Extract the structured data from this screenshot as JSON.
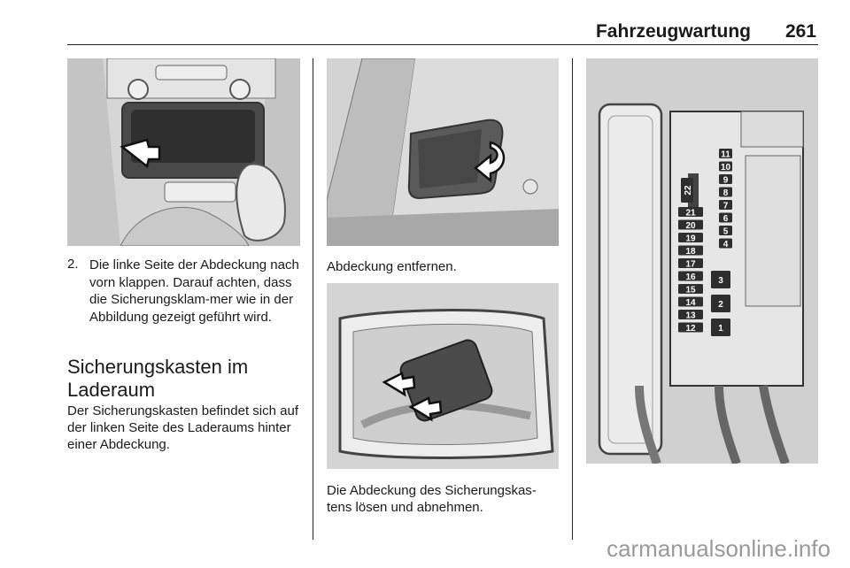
{
  "header": {
    "title": "Fahrzeugwartung",
    "page_number": "261"
  },
  "left_column": {
    "step": {
      "number": "2.",
      "text": "Die linke Seite der Abdeckung nach vorn klappen. Darauf achten, dass die Sicherungsklam-mer wie in der Abbildung gezeigt geführt wird."
    },
    "section_heading": "Sicherungskasten im Laderaum",
    "section_body": "Der Sicherungskasten befindet sich auf der linken Seite des Laderaums hinter einer Abdeckung."
  },
  "middle_column": {
    "caption_1": "Abdeckung entfernen.",
    "caption_2": "Die Abdeckung des Sicherungskas-tens lösen und abnehmen."
  },
  "fuse_box": {
    "left_fuses": [
      "22",
      "21",
      "20",
      "19",
      "18",
      "17",
      "16",
      "15",
      "14",
      "13",
      "12"
    ],
    "right_fuses": [
      "11",
      "10",
      "9",
      "8",
      "7",
      "6",
      "5",
      "4",
      "3",
      "2",
      "1"
    ]
  },
  "watermark": "carmanualsonline.info"
}
